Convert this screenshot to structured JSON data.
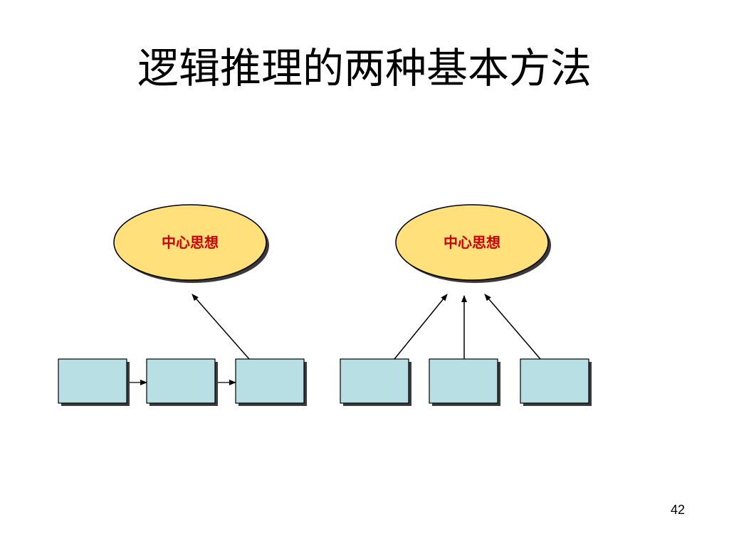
{
  "slide": {
    "title": "逻辑推理的两种基本方法",
    "page_number": "42"
  },
  "diagrams": [
    {
      "central_idea": "中心思想"
    },
    {
      "central_idea": "中心思想"
    }
  ],
  "colors": {
    "ellipse_fill": "#FFE07A",
    "ellipse_border": "#000000",
    "box_fill": "#B8DFE3",
    "box_border": "#000000",
    "shadow": "#3A3A3A",
    "label_text": "#CC0000",
    "arrow": "#000000"
  }
}
